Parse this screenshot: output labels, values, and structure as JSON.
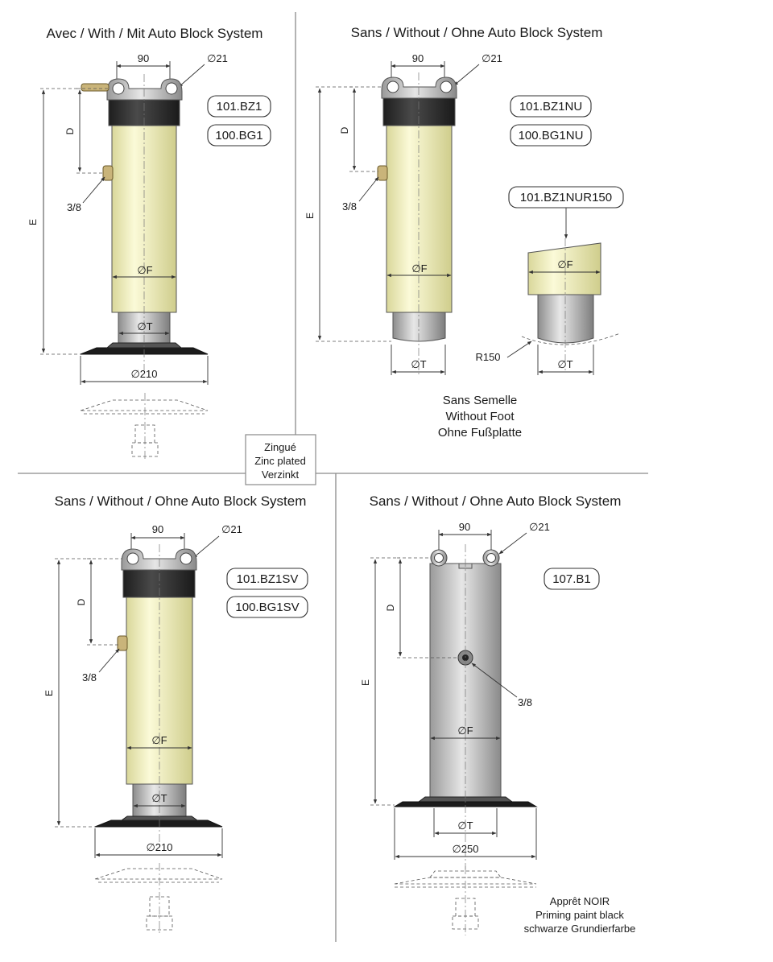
{
  "colors": {
    "tube_yellow": "#f4f3c4",
    "steel": "#bdbdbd",
    "dark_cap": "#2d2d2d",
    "divider": "#8a8a8a"
  },
  "panels": {
    "top_left": {
      "title": "Avec / With / Mit Auto Block System",
      "dim_90": "90",
      "dim_21": "∅21",
      "dim_D": "D",
      "dim_E": "E",
      "dim_38": "3/8",
      "dim_F": "∅F",
      "dim_T": "∅T",
      "dim_210": "∅210",
      "codes": [
        "101.BZ1",
        "100.BG1"
      ]
    },
    "top_right": {
      "title": "Sans / Without / Ohne Auto Block System",
      "dim_90": "90",
      "dim_21": "∅21",
      "dim_D": "D",
      "dim_E": "E",
      "dim_38": "3/8",
      "dim_F": "∅F",
      "dim_T": "∅T",
      "codes": [
        "101.BZ1NU",
        "100.BG1NU"
      ],
      "detail_code": "101.BZ1NUR150",
      "detail_F": "∅F",
      "detail_T": "∅T",
      "detail_R": "R150",
      "note": [
        "Sans Semelle",
        "Without Foot",
        "Ohne Fußplatte"
      ]
    },
    "bottom_left": {
      "title": "Sans / Without / Ohne Auto Block System",
      "dim_90": "90",
      "dim_21": "∅21",
      "dim_D": "D",
      "dim_E": "E",
      "dim_38": "3/8",
      "dim_F": "∅F",
      "dim_T": "∅T",
      "dim_210": "∅210",
      "codes": [
        "101.BZ1SV",
        "100.BG1SV"
      ]
    },
    "bottom_right": {
      "title": "Sans / Without / Ohne Auto Block System",
      "dim_90": "90",
      "dim_21": "∅21",
      "dim_D": "D",
      "dim_E": "E",
      "dim_38": "3/8",
      "dim_F": "∅F",
      "dim_T": "∅T",
      "dim_250": "∅250",
      "codes": [
        "107.B1"
      ],
      "note": [
        "Apprêt NOIR",
        "Priming paint black",
        "schwarze Grundierfarbe"
      ]
    }
  },
  "center_note": [
    "Zingué",
    "Zinc plated",
    "Verzinkt"
  ]
}
